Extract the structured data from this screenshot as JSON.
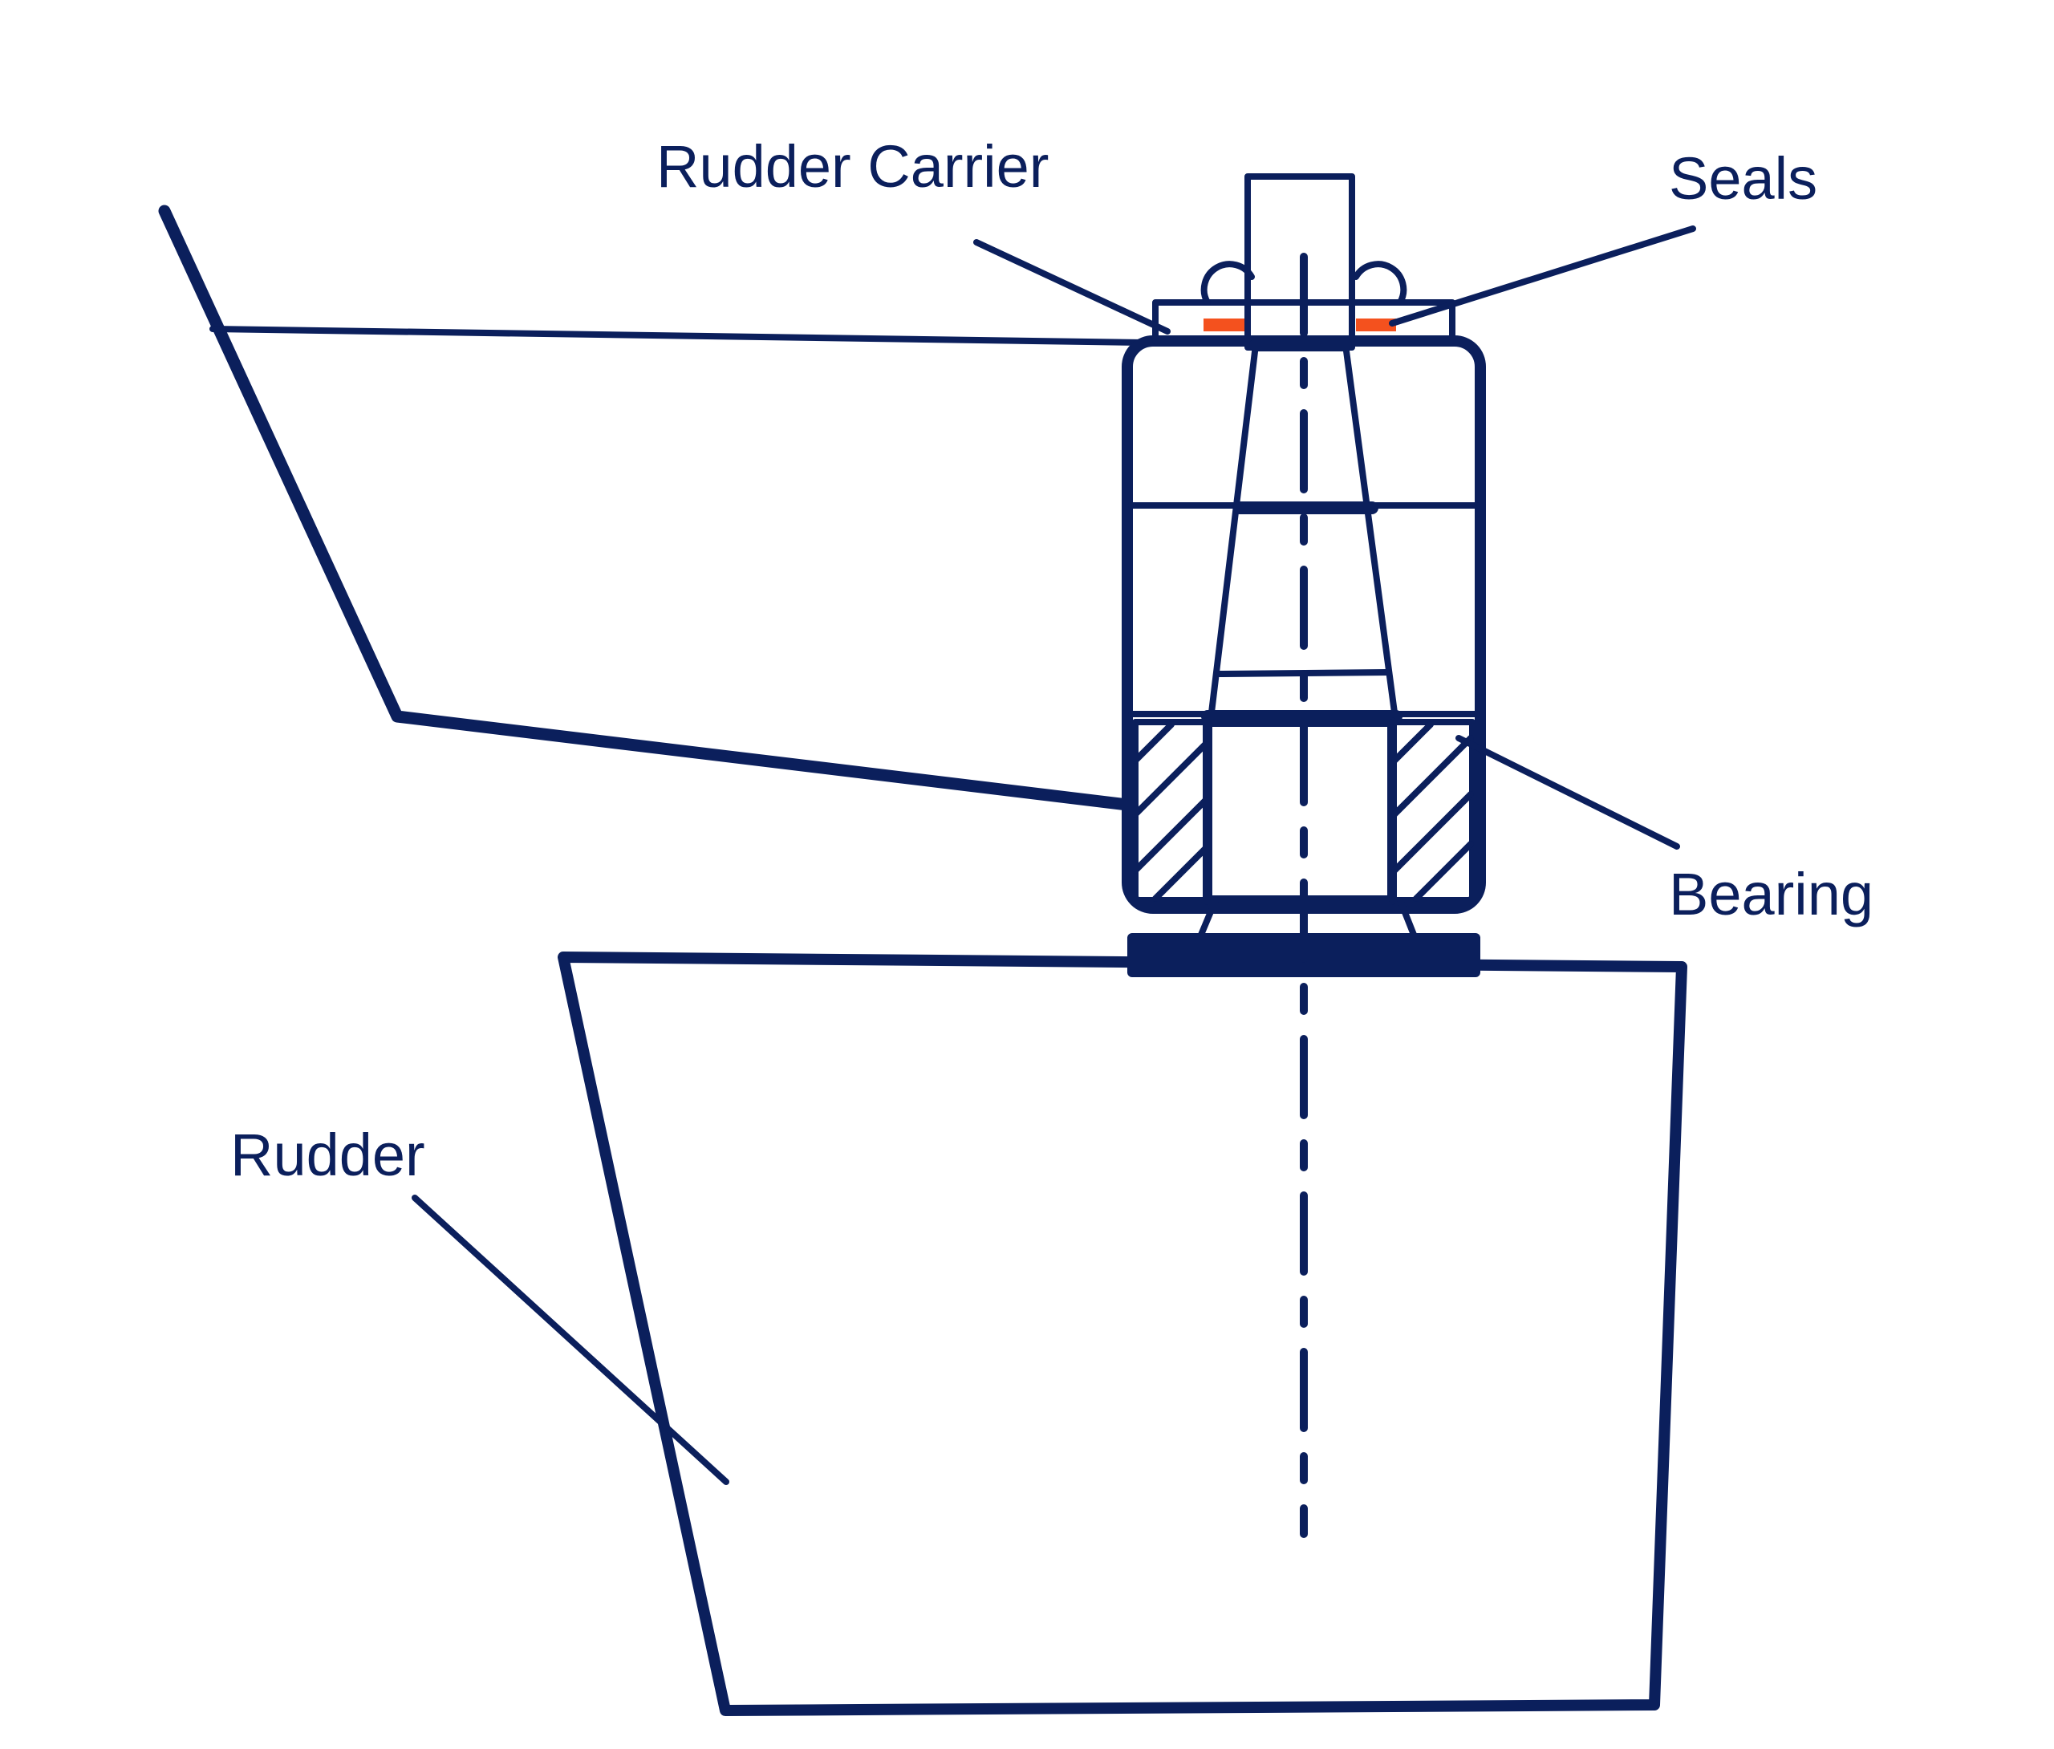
{
  "colors": {
    "ink": "#0b1f5c",
    "seal": "#f4511e",
    "background": "#ffffff"
  },
  "labels": {
    "rudder_carrier": "Rudder Carrier",
    "seals": "Seals",
    "bearing": "Bearing",
    "rudder": "Rudder"
  }
}
